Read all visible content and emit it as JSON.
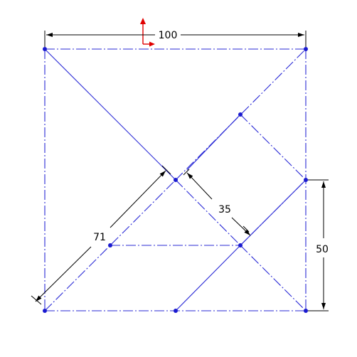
{
  "sketch": {
    "dimensions": {
      "top_width": "100",
      "right_height": "50",
      "diagonal_length": "71",
      "inner_offset": "35"
    },
    "colors": {
      "sketch_lines": "#2a2ad6",
      "vertices": "#1a1ad0",
      "dimension_lines": "#000000",
      "origin_axes": "#e00000"
    },
    "origin_icon": "origin-axes-icon"
  }
}
